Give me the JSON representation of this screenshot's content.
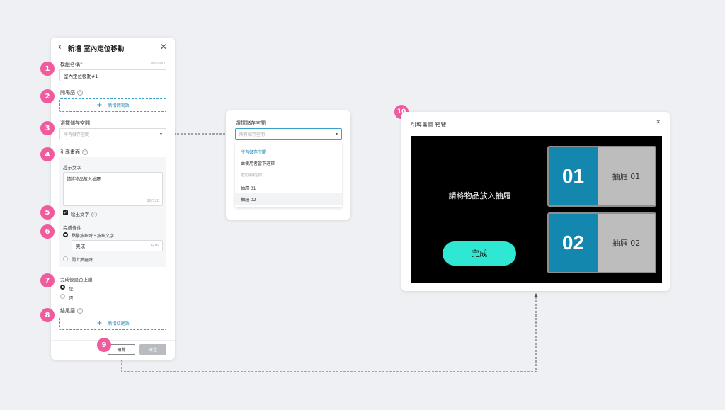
{
  "left_panel": {
    "title": "新增 室內定位移動",
    "module_name": {
      "label": "模組名稱*",
      "hint": "0000000",
      "value": "室內定位移動#1"
    },
    "opening": {
      "label": "開場語",
      "add_label": "新增開場語"
    },
    "storage": {
      "label": "選擇儲存空間",
      "placeholder": "所有儲存空間"
    },
    "guide": {
      "label": "引導畫面",
      "prompt_label": "提示文字",
      "prompt_value": "請將物品放入抽屜",
      "prompt_count": "16/120",
      "speak_label": "唸出文字",
      "complete_label": "完成條件",
      "option_button": "點擊按鈕時・按鈕文字：",
      "button_text": "完成",
      "button_count": "4/16",
      "option_drawer": "關上抽屜時"
    },
    "go_home": {
      "label": "完成後是否上膜",
      "yes": "是",
      "no": "否"
    },
    "ending": {
      "label": "結尾語",
      "add_label": "新增結尾語"
    },
    "footer": {
      "preview": "預覽",
      "confirm": "確定"
    }
  },
  "badges": [
    "1",
    "2",
    "3",
    "4",
    "5",
    "6",
    "7",
    "8",
    "9",
    "10"
  ],
  "dropdown": {
    "label": "選擇儲存空間",
    "placeholder": "所有儲存空間",
    "items": [
      "所有儲存空間",
      "由使用者當下選擇"
    ],
    "group_label": "指定儲存空間",
    "group_items": [
      "抽屜 01",
      "抽屜 02"
    ]
  },
  "preview_modal": {
    "title": "引導畫面 預覽",
    "message": "請將物品放入抽屜",
    "done_button": "完成",
    "drawers": [
      {
        "num": "01",
        "name": "抽屜 01"
      },
      {
        "num": "02",
        "name": "抽屜 02"
      }
    ]
  },
  "colors": {
    "badge": "#ef5b9c",
    "accent": "#2f8fb8",
    "drawer_number_bg": "#1387ad",
    "done_button": "#2ee8d4"
  }
}
